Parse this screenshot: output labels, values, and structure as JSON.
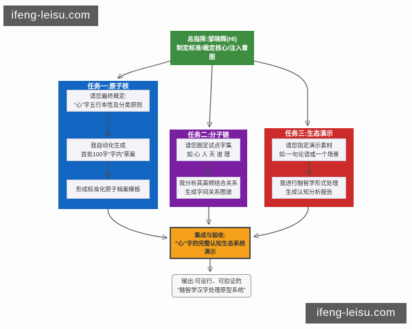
{
  "watermark": {
    "text": "ifeng-leisu.com"
  },
  "colors": {
    "commander": "#3E8E41",
    "task1": "#1265C0",
    "task2": "#7B1FA2",
    "task3": "#CC2B2B",
    "integration": "#F5A11C",
    "watermark_bg": "#5C5C5C",
    "arrow": "#4A4A4A"
  },
  "flowchart": {
    "commander": {
      "line1": "总指挥:邹晓辉(HI)",
      "line2": "制定标准/裁定核心/注入意图"
    },
    "tasks": [
      {
        "title": "任务一:原子核",
        "steps": [
          {
            "lines": [
              "请您最终裁定:",
              "“心”字五行本性及分类原则"
            ]
          },
          {
            "lines": [
              "我自动化生成",
              "首批100字“字内”草案"
            ]
          },
          {
            "lines": [
              "形成标准化原子档案模板"
            ]
          }
        ]
      },
      {
        "title": "任务二:分子链",
        "steps": [
          {
            "lines": [
              "请您圈定试点字集",
              "如:心 人 天 道 理"
            ]
          },
          {
            "lines": [
              "我分析其高频结合关系",
              "生成字间关系图谱"
            ]
          }
        ]
      },
      {
        "title": "任务三:生态演示",
        "steps": [
          {
            "lines": [
              "请您指定演示素材",
              "如:一句论语或一个场景"
            ]
          },
          {
            "lines": [
              "我进行融智学形式处理",
              "生成认知分析报告"
            ]
          }
        ]
      }
    ],
    "integration": {
      "line1": "集成与验收:",
      "line2": "“心”字的完整认知生态系统",
      "line3": "演示"
    },
    "output": {
      "line1": "输出:可运行、可验证的",
      "line2": "“融智学汉字处理原型系统”"
    }
  }
}
